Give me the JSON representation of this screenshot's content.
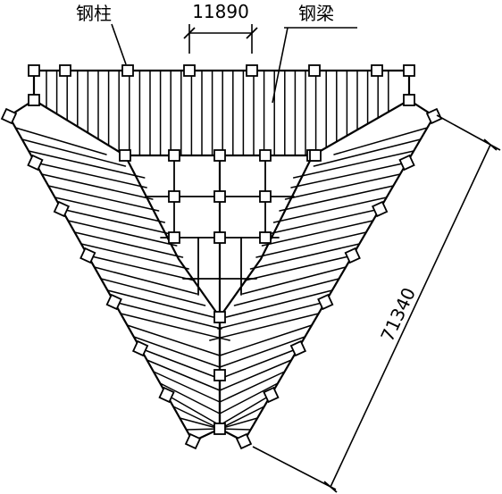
{
  "labels": {
    "column": "钢柱",
    "beam": "钢梁"
  },
  "dimensions": {
    "column_spacing": "11890",
    "side_length": "71340"
  },
  "colors": {
    "line": "#000000",
    "node_fill": "#ffffff"
  }
}
